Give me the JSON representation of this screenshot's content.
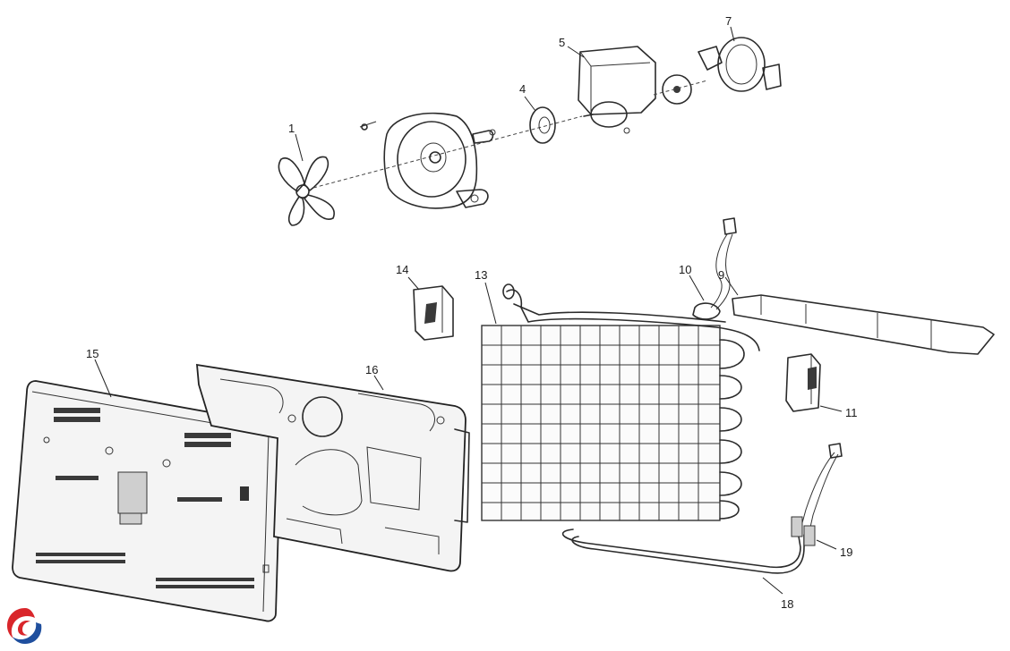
{
  "labels": {
    "p1": "1",
    "p4": "4",
    "p5": "5",
    "p7": "7",
    "p9": "9",
    "p10": "10",
    "p11": "11",
    "p13": "13",
    "p14": "14",
    "p15": "15",
    "p16": "16",
    "p18": "18",
    "p19": "19"
  },
  "colors": {
    "logo_red": "#d9262b",
    "logo_blue": "#1f4f9e"
  }
}
